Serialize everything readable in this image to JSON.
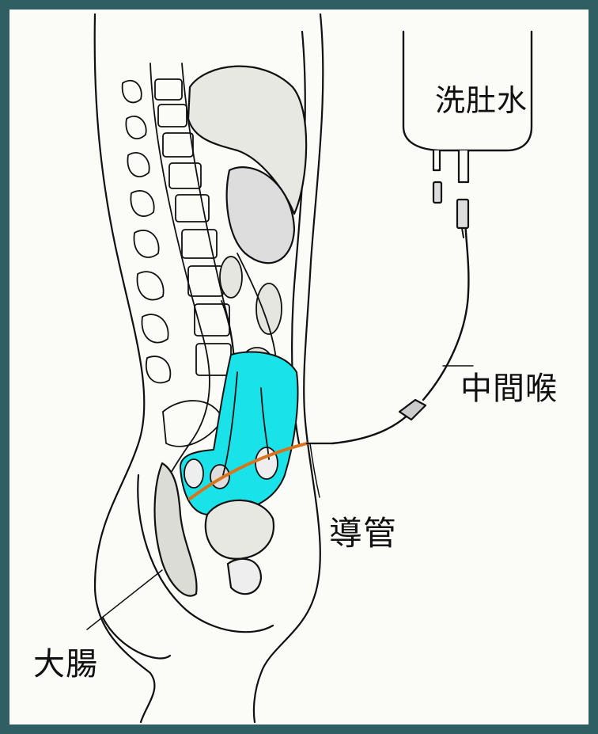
{
  "labels": {
    "dialysate_bag": "洗肚水",
    "connector": "中間喉",
    "catheter": "導管",
    "large_intestine": "大腸"
  },
  "colors": {
    "frame": "#2f5f62",
    "background": "#fbfbf8",
    "peritoneal_fluid": "#19e3e8",
    "catheter": "#d9731e",
    "line": "#111111"
  }
}
